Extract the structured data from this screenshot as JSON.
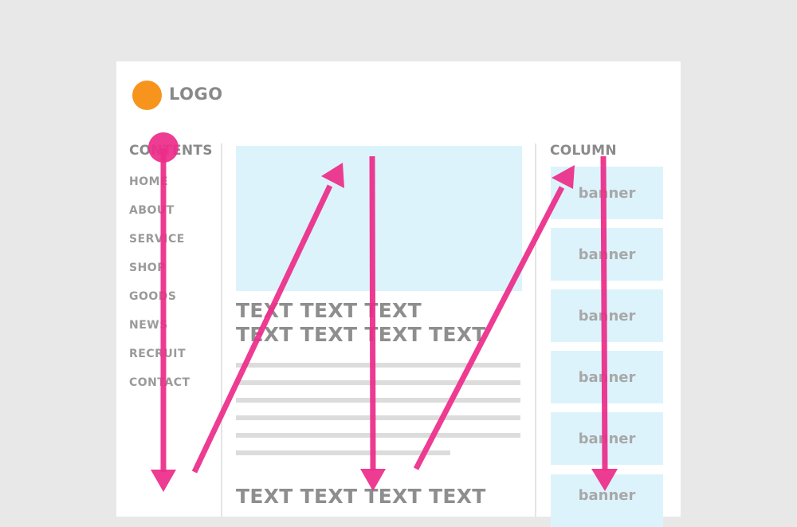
{
  "header": {
    "logo_text": "LOGO"
  },
  "nav": {
    "heading": "CONTENTS",
    "items": [
      "HOME",
      "ABOUT",
      "SERVICE",
      "SHOP",
      "GOODS",
      "NEWS",
      "RECRUIT",
      "CONTACT"
    ]
  },
  "main": {
    "headline_line1": "TEXT TEXT TEXT",
    "headline_line2": "TEXT TEXT TEXT TEXT",
    "bottom_text": "TEXT TEXT TEXT TEXT"
  },
  "column": {
    "heading": "COLUMN",
    "banners": [
      "banner",
      "banner",
      "banner",
      "banner",
      "banner",
      "banner"
    ]
  },
  "colors": {
    "background": "#e8e8e8",
    "page": "#ffffff",
    "logo_dot": "#f7941d",
    "placeholder_fill": "#dcf3fc",
    "arrow": "#ec2d8a"
  }
}
